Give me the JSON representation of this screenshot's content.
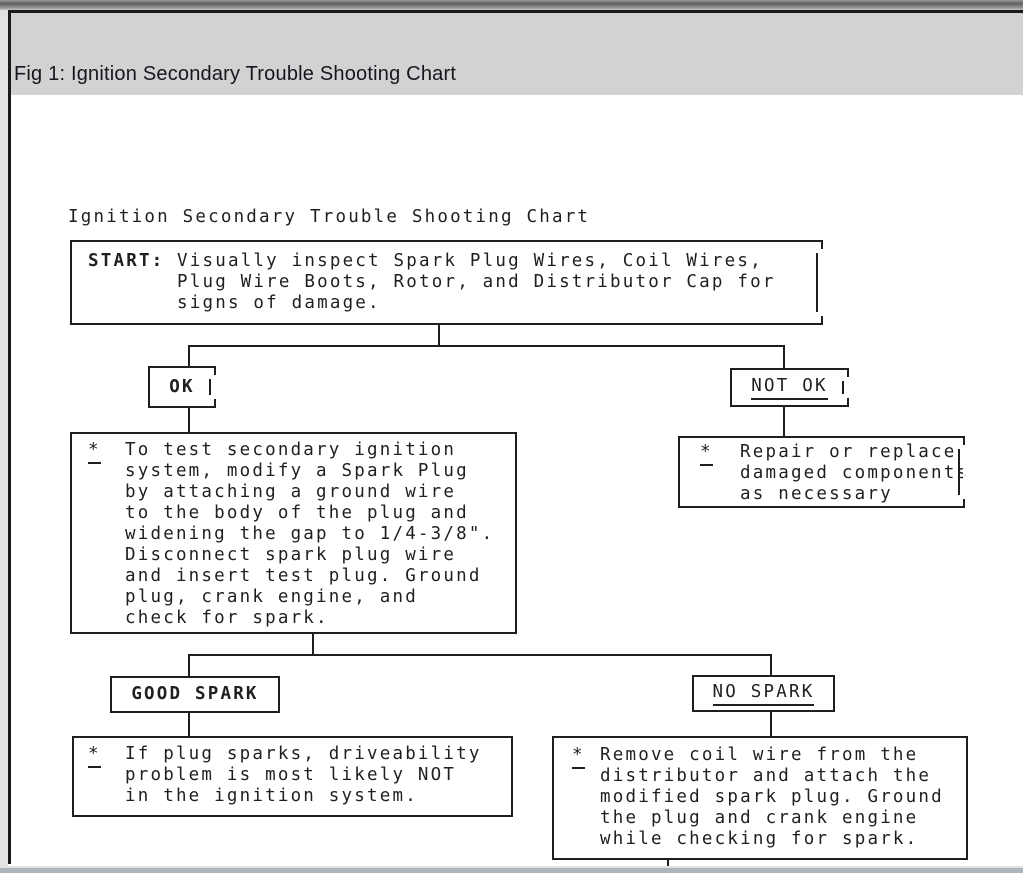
{
  "window": {
    "caption": "Fig 1: Ignition Secondary Trouble Shooting Chart"
  },
  "flowchart": {
    "title": "Ignition Secondary Trouble Shooting Chart",
    "start": {
      "label": "START:",
      "lines": [
        "Visually inspect Spark Plug Wires, Coil Wires,",
        "Plug Wire Boots, Rotor, and Distributor Cap for",
        "signs of damage."
      ]
    },
    "ok_branch": {
      "label": "OK",
      "bullet": "*",
      "lines": [
        "To test secondary ignition",
        "system, modify a Spark Plug",
        "by attaching a ground wire",
        "to the body of the plug and",
        "widening the gap to 1/4-3/8\".",
        "Disconnect spark plug wire",
        "and insert test plug. Ground",
        "plug, crank engine, and",
        "check for spark."
      ]
    },
    "not_ok_branch": {
      "label": "NOT OK",
      "bullet": "*",
      "lines": [
        "Repair or replace",
        "damaged components",
        "as necessary"
      ]
    },
    "good_spark_branch": {
      "label": "GOOD SPARK",
      "bullet": "*",
      "lines": [
        "If plug sparks, driveability",
        "problem is most likely NOT",
        "in the ignition system."
      ]
    },
    "no_spark_branch": {
      "label": "NO SPARK",
      "bullet": "*",
      "lines": [
        "Remove coil wire from the",
        "distributor and attach the",
        "modified spark plug. Ground",
        "the plug and crank engine",
        "while checking for spark."
      ]
    }
  },
  "colors": {
    "ink": "#1f1f1f",
    "caption_bar": "#d2d2d2",
    "scrollbar": "#aeb6bc"
  }
}
